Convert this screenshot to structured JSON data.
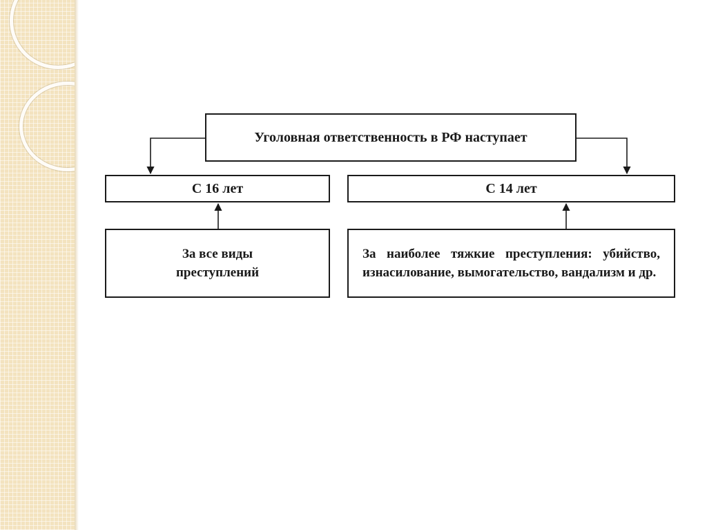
{
  "diagram": {
    "top_box": "Уголовная ответственность в РФ наступает",
    "age_16": "С 16 лет",
    "age_14": "С 14 лет",
    "crimes_16": "За все виды преступлений",
    "crimes_14": "За наиболее тяжкие преступления: убийство, изнасилование, вымогательство, вандализм и др."
  },
  "colors": {
    "side_panel": "#f3e3bf",
    "stroke": "#1a1a1a"
  }
}
